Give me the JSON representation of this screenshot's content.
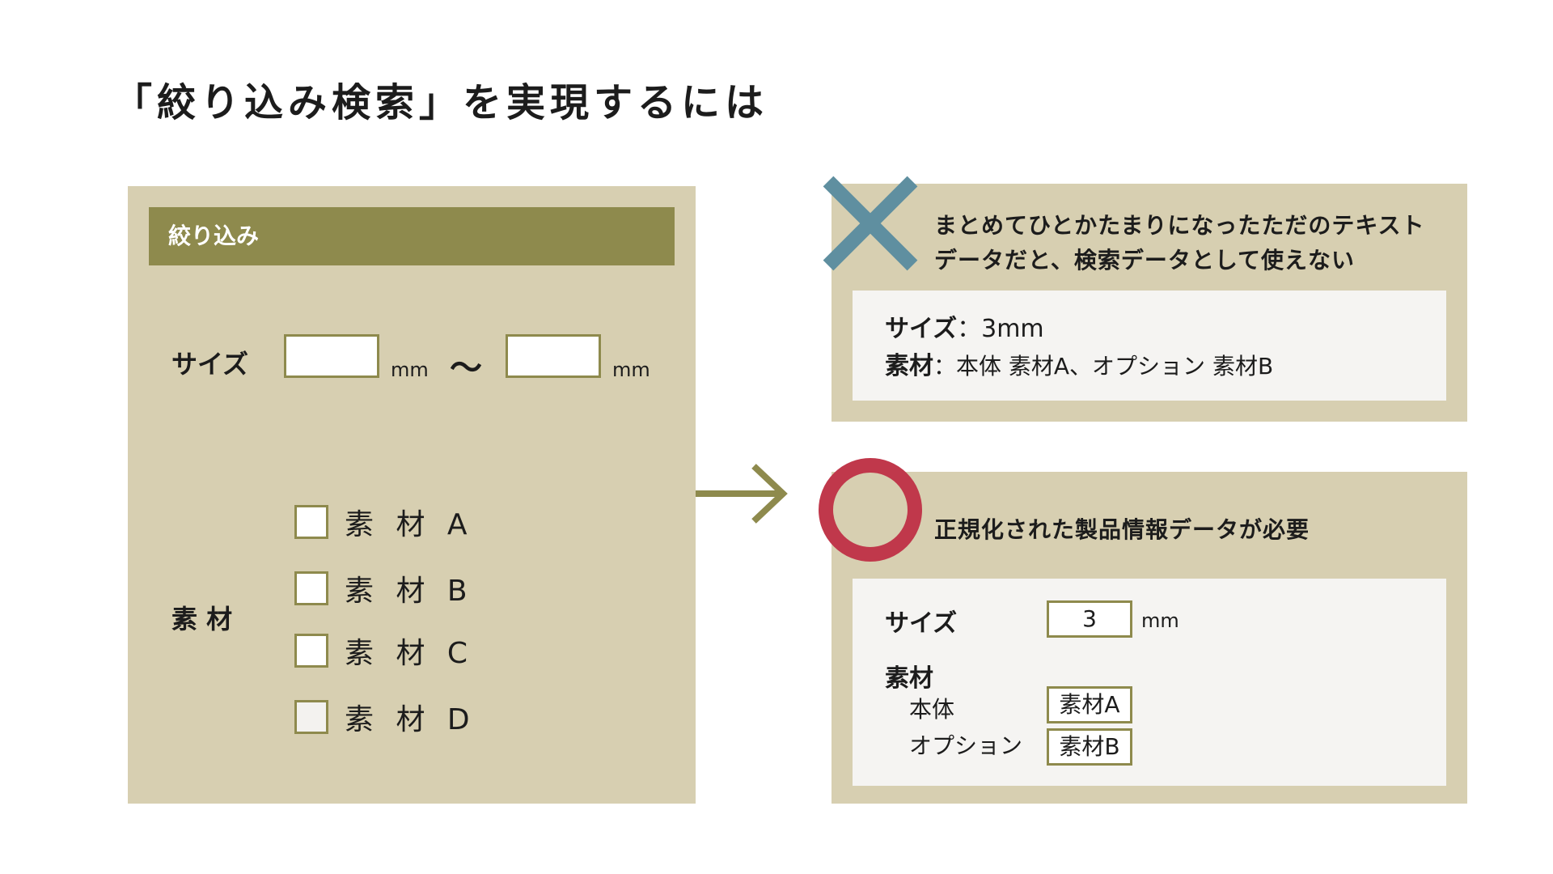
{
  "title": "「絞り込み検索」を実現するには",
  "filter": {
    "header": "絞り込み",
    "size_label": "サイズ",
    "unit": "mm",
    "range_sep": "〜",
    "material_label": "素 材",
    "options": [
      "素 材 A",
      "素 材 B",
      "素 材 C",
      "素 材 D"
    ]
  },
  "bad": {
    "message_line1": "まとめてひとかたまりになったただのテキスト",
    "message_line2": "データだと、検索データとして使えない",
    "size_key": "サイズ",
    "size_value": "：3mm",
    "material_key": "素材",
    "material_value": "：本体 素材A、オプション 素材B"
  },
  "good": {
    "message": "正規化された製品情報データが必要",
    "size_key": "サイズ",
    "size_value": "3",
    "size_unit": "mm",
    "material_key": "素材",
    "body_label": "本体",
    "body_value": "素材A",
    "option_label": "オプション",
    "option_value": "素材B"
  },
  "colors": {
    "panel": "#d7cfb1",
    "olive": "#8e8a4d",
    "cross": "#5f8fa0",
    "circle": "#c0384b"
  }
}
